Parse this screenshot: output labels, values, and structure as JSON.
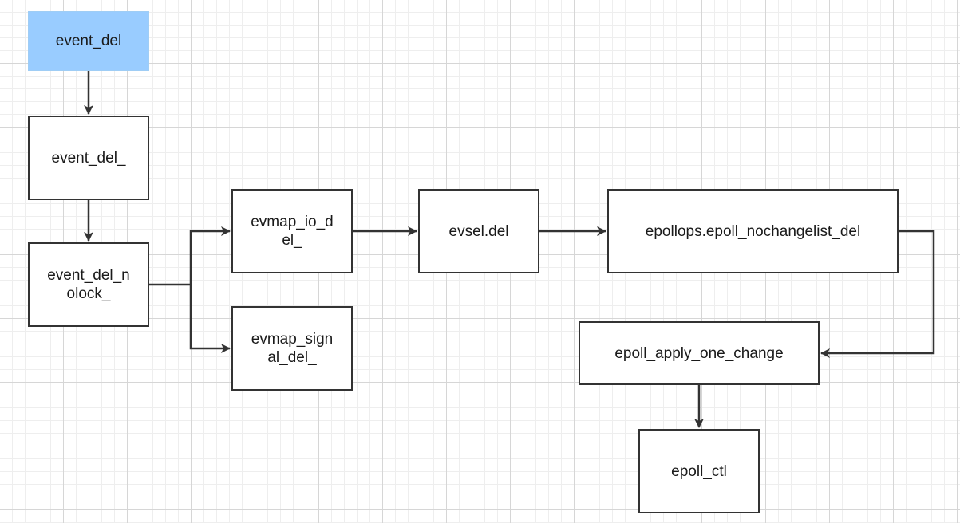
{
  "diagram": {
    "type": "flowchart",
    "colors": {
      "start_fill": "#99ccff",
      "node_stroke": "#333333",
      "edge": "#333333"
    },
    "nodes": {
      "event_del": "event_del",
      "event_del_": "event_del_",
      "event_del_nolock_": "event_del_nolock_",
      "evmap_io_del_": "evmap_io_del_",
      "evmap_signal_del_": "evmap_signal_del_",
      "evsel_del": "evsel.del",
      "epollops_epoll_nochangelist_del": "epollops.epoll_nochangelist_del",
      "epoll_apply_one_change": "epoll_apply_one_change",
      "epoll_ctl": "epoll_ctl"
    },
    "edges": [
      {
        "from": "event_del",
        "to": "event_del_"
      },
      {
        "from": "event_del_",
        "to": "event_del_nolock_"
      },
      {
        "from": "event_del_nolock_",
        "to": "evmap_io_del_"
      },
      {
        "from": "event_del_nolock_",
        "to": "evmap_signal_del_"
      },
      {
        "from": "evmap_io_del_",
        "to": "evsel_del"
      },
      {
        "from": "evsel_del",
        "to": "epollops_epoll_nochangelist_del"
      },
      {
        "from": "epollops_epoll_nochangelist_del",
        "to": "epoll_apply_one_change"
      },
      {
        "from": "epoll_apply_one_change",
        "to": "epoll_ctl"
      }
    ]
  }
}
